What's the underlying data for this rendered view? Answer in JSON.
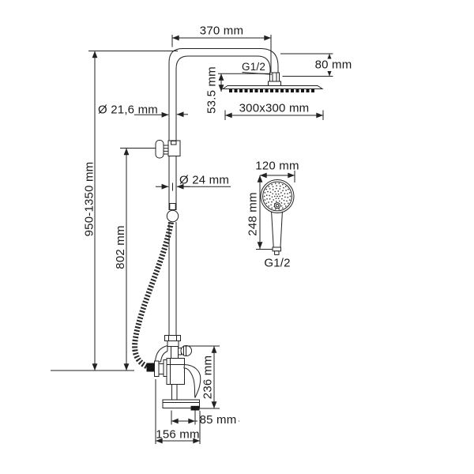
{
  "diagram": {
    "kind": "technical-dimension-drawing",
    "subject": "shower column with rain head, hand shower and bath mixer",
    "units": "mm"
  },
  "colors": {
    "line": "#222222",
    "background": "#ffffff",
    "dark_fill": "#161616"
  },
  "labels": {
    "top_width": "370 mm",
    "head_thread": "G1/2",
    "head_height": "80 mm",
    "head_offset": "53.5 mm",
    "head_size": "300x300 mm",
    "pipe_upper_diameter": "Ø 21,6 mm",
    "pipe_lower_diameter": "Ø 24 mm",
    "column_height": "950-1350 mm",
    "hose_drop": "802 mm",
    "handshower_width": "120 mm",
    "handshower_length": "248 mm",
    "handshower_thread": "G1/2",
    "mixer_height": "236 mm",
    "spout_reach": "85 mm",
    "mixer_depth": "156 mm"
  }
}
